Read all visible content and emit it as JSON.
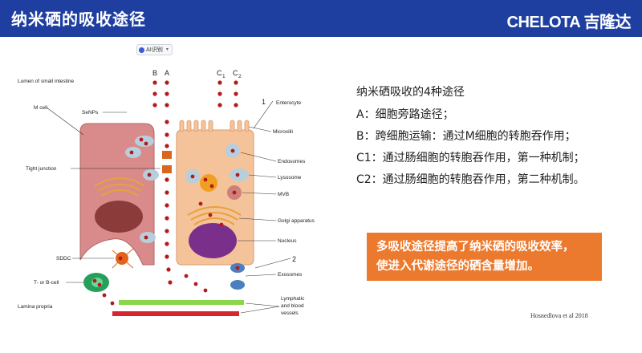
{
  "header": {
    "title": "纳米硒的吸收途径",
    "logo": "CHELOTA 吉隆达",
    "bg_color": "#1e3fa0"
  },
  "ai_badge": {
    "label": "AI识别",
    "icon": "ai-recognize-icon"
  },
  "figure": {
    "pathway_labels": {
      "b": "B",
      "a": "A",
      "c1": "C",
      "c1_sub": "1",
      "c2": "C",
      "c2_sub": "2",
      "one": "1",
      "two": "2"
    },
    "left_labels": {
      "lumen": "Lumen of small intestine",
      "m_cell": "M cell",
      "senps": "SeNPs",
      "tight_junction": "Tight junction",
      "sddc": "SDDC",
      "t_or_b_cell": "T- or B-cell",
      "lamina_propria": "Lamina propria"
    },
    "right_labels": {
      "enterocyte": "Enterocyte",
      "microvilli": "Microvilli",
      "endosomes": "Endosomes",
      "lysosome": "Lysosome",
      "mvb": "MVB",
      "golgi": "Golgi apparatus",
      "nucleus": "Nucleus",
      "exosomes": "Exosomes",
      "lymph_line1": "Lymphatic",
      "lymph_line2": "and blood",
      "lymph_line3": "vessels"
    },
    "credit": "Hosnedlova et al 2018"
  },
  "routes": {
    "title": "纳米硒吸收的4种途径",
    "items": [
      "A：细胞旁路途径；",
      "B：跨细胞运输：通过M细胞的转胞吞作用；",
      "C1：通过肠细胞的转胞吞作用，第一种机制；",
      "C2：通过肠细胞的转胞吞作用，第二种机制。"
    ]
  },
  "highlight": {
    "line1": "多吸收途径提高了纳米硒的吸收效率，",
    "line2": "使进入代谢途径的硒含量增加。",
    "bg_color": "#ec7a2e"
  }
}
